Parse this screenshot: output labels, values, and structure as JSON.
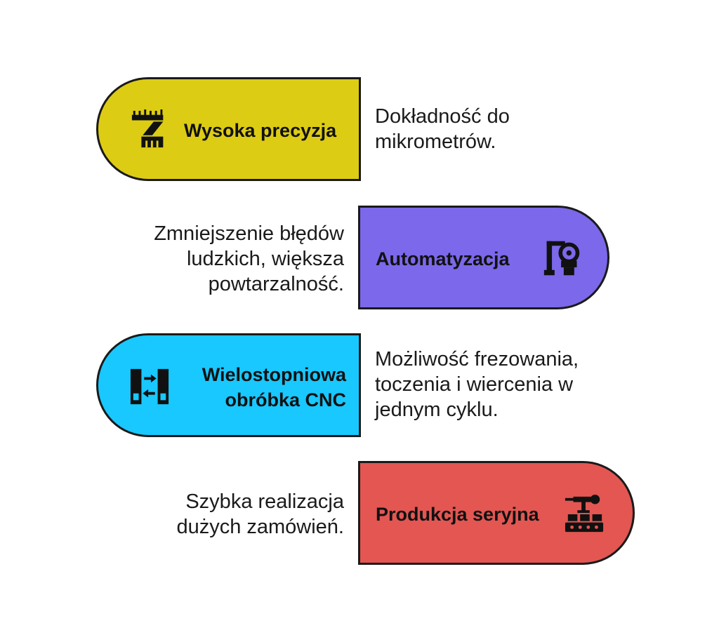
{
  "colors": {
    "yellow": "#ddcc14",
    "purple": "#7b68ea",
    "cyan": "#18c8ff",
    "red": "#e35652",
    "outline": "#1a1a1a"
  },
  "items": [
    {
      "title": "Wysoka precyzja",
      "description": [
        "Dokładność do",
        "mikrometrów."
      ],
      "icon": "ruler-icon"
    },
    {
      "title": "Automatyzacja",
      "description": [
        "Zmniejszenie błędów",
        "ludzkich, większa",
        "powtarzalność."
      ],
      "icon": "robot-arm-icon"
    },
    {
      "title": [
        "Wielostopniowa",
        "obróbka CNC"
      ],
      "description": [
        "Możliwość frezowania,",
        "toczenia i wiercenia w",
        "jednym cyklu."
      ],
      "icon": "transfer-icon"
    },
    {
      "title": "Produkcja seryjna",
      "description": [
        "Szybka realizacja",
        "dużych zamówień."
      ],
      "icon": "assembly-line-icon"
    }
  ]
}
